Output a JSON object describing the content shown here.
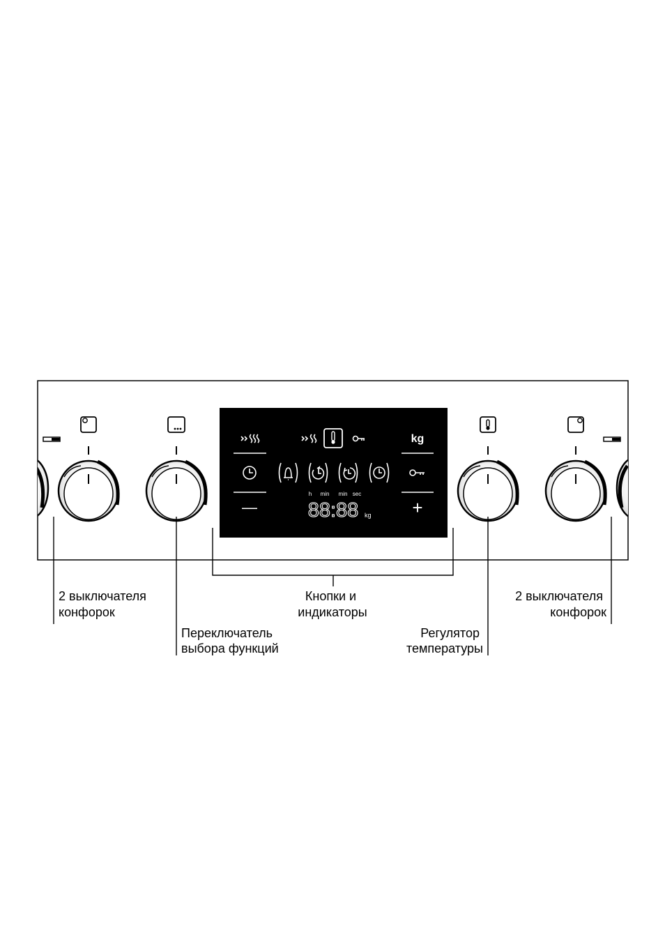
{
  "labels": {
    "left_burners": [
      "2  выключателя",
      "конфорок"
    ],
    "function_selector": [
      "Переключатель",
      "выбора  функций"
    ],
    "buttons_indicators": [
      "Кнопки  и",
      "индикаторы"
    ],
    "temperature_regulator": [
      "Регулятор",
      "температуры"
    ],
    "right_burners": [
      "2  выключателя",
      "конфорок"
    ]
  },
  "display": {
    "digits": "88:88",
    "units_top": [
      "h",
      "min",
      "min",
      "sec"
    ],
    "unit_kg": "kg",
    "weight_button": "kg",
    "minus": "—",
    "plus": "+"
  },
  "icons": {
    "left_knob_1": "burner-rear-left-icon",
    "left_knob_2": "function-selector-icon",
    "right_knob_1": "thermometer-icon",
    "right_knob_2": "burner-rear-right-icon"
  }
}
